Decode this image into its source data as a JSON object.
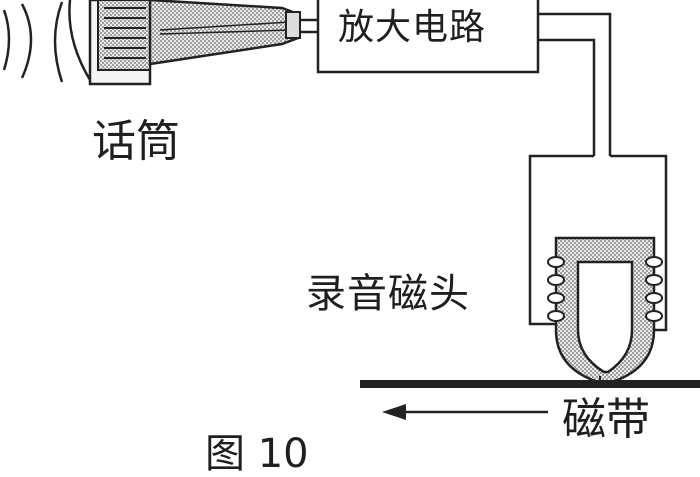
{
  "labels": {
    "amplifier": "放大电路",
    "microphone": "话筒",
    "record_head": "录音磁头",
    "tape": "磁带",
    "figure": "图 10"
  }
}
